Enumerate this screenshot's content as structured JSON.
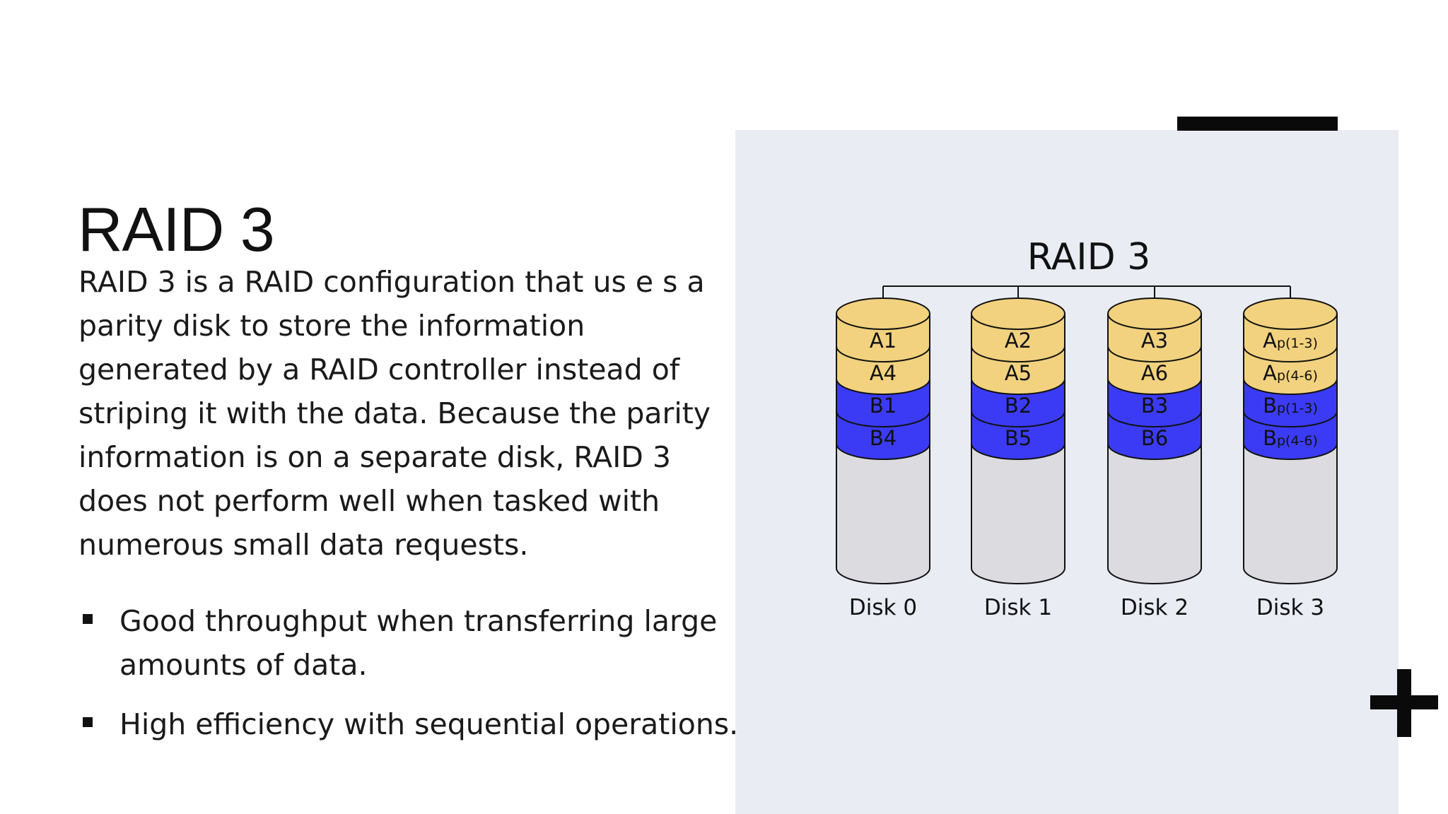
{
  "slide": {
    "title": "RAID 3",
    "paragraph_lines": [
      "RAID 3 is a RAID configuration that us e s a",
      "parity disk to store the information",
      "generated by a RAID controller instead of",
      "striping it with the data. Because the parity",
      "information is on a separate disk, RAID 3",
      "does not perform well when tasked with",
      "numerous small data requests."
    ],
    "bullets": [
      {
        "lines": [
          "Good throughput when transferring large",
          "amounts of data."
        ]
      },
      {
        "lines": [
          "High efficiency with sequential operations."
        ]
      }
    ]
  },
  "diagram": {
    "title": "RAID 3",
    "disks": [
      {
        "label": "Disk 0",
        "blocks": [
          {
            "main": "A1",
            "sub": ""
          },
          {
            "main": "A4",
            "sub": ""
          },
          {
            "main": "B1",
            "sub": ""
          },
          {
            "main": "B4",
            "sub": ""
          }
        ]
      },
      {
        "label": "Disk 1",
        "blocks": [
          {
            "main": "A2",
            "sub": ""
          },
          {
            "main": "A5",
            "sub": ""
          },
          {
            "main": "B2",
            "sub": ""
          },
          {
            "main": "B5",
            "sub": ""
          }
        ]
      },
      {
        "label": "Disk 2",
        "blocks": [
          {
            "main": "A3",
            "sub": ""
          },
          {
            "main": "A6",
            "sub": ""
          },
          {
            "main": "B3",
            "sub": ""
          },
          {
            "main": "B6",
            "sub": ""
          }
        ]
      },
      {
        "label": "Disk 3",
        "blocks": [
          {
            "main": "A",
            "sub": "p(1-3)"
          },
          {
            "main": "A",
            "sub": "p(4-6)"
          },
          {
            "main": "B",
            "sub": "p(1-3)"
          },
          {
            "main": "B",
            "sub": "p(4-6)"
          }
        ]
      }
    ],
    "colors": {
      "a_blocks": "#f2d27e",
      "b_blocks": "#3b3bf5",
      "empty": "#dcdbdf",
      "panel": "#e9edf3",
      "accent": "#0a0a0a"
    }
  }
}
